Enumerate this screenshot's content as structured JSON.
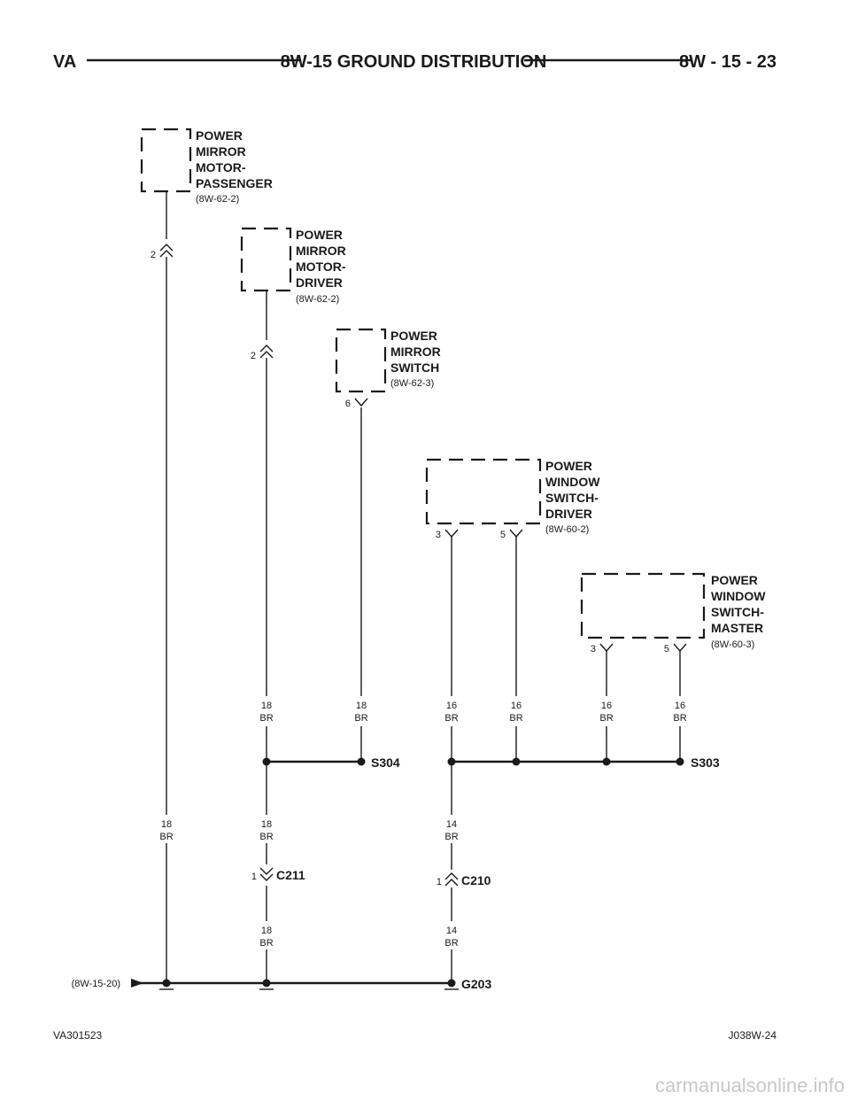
{
  "header": {
    "left": "VA",
    "title": "8W-15 GROUND DISTRIBUTION",
    "right": "8W - 15 - 23"
  },
  "components": [
    {
      "name": [
        "POWER",
        "MIRROR",
        "MOTOR-",
        "PASSENGER"
      ],
      "ref": "(8W-62-2)"
    },
    {
      "name": [
        "POWER",
        "MIRROR",
        "MOTOR-",
        "DRIVER"
      ],
      "ref": "(8W-62-2)"
    },
    {
      "name": [
        "POWER",
        "MIRROR",
        "SWITCH"
      ],
      "ref": "(8W-62-3)"
    },
    {
      "name": [
        "POWER",
        "WINDOW",
        "SWITCH-",
        "DRIVER"
      ],
      "ref": "(8W-60-2)"
    },
    {
      "name": [
        "POWER",
        "WINDOW",
        "SWITCH-",
        "MASTER"
      ],
      "ref": "(8W-60-3)"
    }
  ],
  "pins": [
    "2",
    "2",
    "6",
    "3",
    "5",
    "3",
    "5",
    "1",
    "1"
  ],
  "wires": [
    {
      "gauge": "18",
      "color": "BR"
    },
    {
      "gauge": "18",
      "color": "BR"
    },
    {
      "gauge": "16",
      "color": "BR"
    },
    {
      "gauge": "16",
      "color": "BR"
    },
    {
      "gauge": "16",
      "color": "BR"
    },
    {
      "gauge": "16",
      "color": "BR"
    },
    {
      "gauge": "18",
      "color": "BR"
    },
    {
      "gauge": "18",
      "color": "BR"
    },
    {
      "gauge": "14",
      "color": "BR"
    },
    {
      "gauge": "18",
      "color": "BR"
    },
    {
      "gauge": "14",
      "color": "BR"
    }
  ],
  "splices": [
    "S304",
    "S303"
  ],
  "connectors": [
    "C211",
    "C210"
  ],
  "ground": "G203",
  "ground_ref": "(8W-15-20)",
  "footer": {
    "left": "VA301523",
    "right": "J038W-24"
  },
  "watermark": "carmanualsonline.info"
}
